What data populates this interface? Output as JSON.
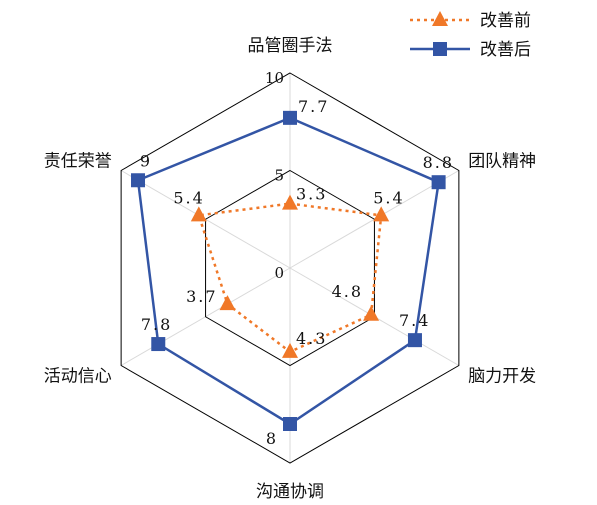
{
  "chart_data": {
    "type": "radar",
    "axes": [
      "品管圈手法",
      "团队精神",
      "脑力开发",
      "沟通协调",
      "活动信心",
      "责任荣誉"
    ],
    "range": [
      0,
      10
    ],
    "ticks": [
      0,
      5,
      10
    ],
    "tick_labels": [
      "0",
      "5",
      "10"
    ],
    "grid": true,
    "legend_position": "top-right",
    "series": [
      {
        "name": "改善前",
        "values": [
          3.3,
          5.4,
          4.8,
          4.3,
          3.7,
          5.4
        ],
        "labels": [
          "3.3",
          "5.4",
          "4.8",
          "4.3",
          "3.7",
          "5.4"
        ],
        "color": "#F07828",
        "line_style": "dotted",
        "marker": "triangle"
      },
      {
        "name": "改善后",
        "values": [
          7.7,
          8.8,
          7.4,
          8,
          7.8,
          9
        ],
        "labels": [
          "7.7",
          "8.8",
          "7.4",
          "8",
          "7.8",
          "9"
        ],
        "color": "#3355A5",
        "line_style": "solid",
        "marker": "square"
      }
    ]
  }
}
